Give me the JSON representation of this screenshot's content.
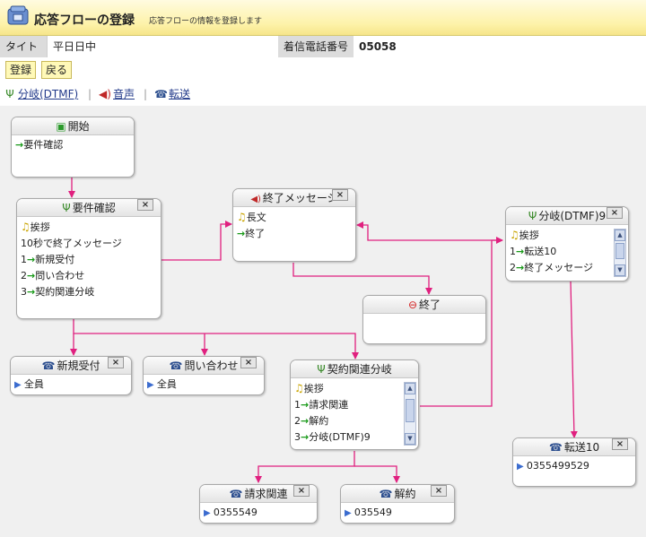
{
  "header": {
    "title": "応答フローの登録",
    "subtitle": "応答フローの情報を登録します"
  },
  "info": {
    "title_label": "タイトル",
    "title_value": "平日日中",
    "number_label": "着信電話番号",
    "number_value": "05058"
  },
  "toolbar": {
    "register": "登録",
    "back": "戻る"
  },
  "palette": {
    "branch": "分岐(DTMF)",
    "audio": "音声",
    "transfer": "転送",
    "separator": "|"
  },
  "colors": {
    "header_bg": "#fdf2a8",
    "wire": "#e0207f",
    "button_bg": "#fff9b8",
    "link": "#223a8a"
  },
  "nodes": {
    "start": {
      "title": "開始",
      "icon": "start-icon",
      "rows": [
        "要件確認"
      ]
    },
    "youken": {
      "title": "要件確認",
      "icon": "branch-icon",
      "close": "×",
      "rows": [
        "挨拶",
        "10秒で終了メッセージ",
        "1",
        "新規受付",
        "2",
        "問い合わせ",
        "3",
        "契約関連分岐"
      ]
    },
    "endmsg": {
      "title": "終了メッセージ",
      "icon": "speaker-icon",
      "close": "×",
      "rows": [
        "長文",
        "終了"
      ]
    },
    "branch": {
      "title": "分岐(DTMF)9",
      "icon": "branch-icon",
      "close": "×",
      "rows": [
        "挨拶",
        "1",
        "転送10",
        "2",
        "終了メッセージ"
      ]
    },
    "end": {
      "title": "終了",
      "icon": "stop-icon"
    },
    "shinki": {
      "title": "新規受付",
      "icon": "transfer-icon",
      "close": "×",
      "rows": [
        "全員"
      ]
    },
    "toiawase": {
      "title": "問い合わせ",
      "icon": "transfer-icon",
      "close": "×",
      "rows": [
        "全員"
      ]
    },
    "keiyaku": {
      "title": "契約関連分岐",
      "icon": "branch-icon",
      "close": "×",
      "rows": [
        "挨拶",
        "1",
        "請求関連",
        "2",
        "解約",
        "3",
        "分岐(DTMF)9"
      ]
    },
    "tensou10": {
      "title": "転送10",
      "icon": "transfer-icon",
      "close": "×",
      "rows": [
        "0355499529"
      ]
    },
    "seikyu": {
      "title": "請求関連",
      "icon": "transfer-icon",
      "close": "×",
      "rows": [
        "0355549"
      ]
    },
    "kaiyaku": {
      "title": "解約",
      "icon": "transfer-icon",
      "close": "×",
      "rows": [
        "035549"
      ]
    }
  }
}
